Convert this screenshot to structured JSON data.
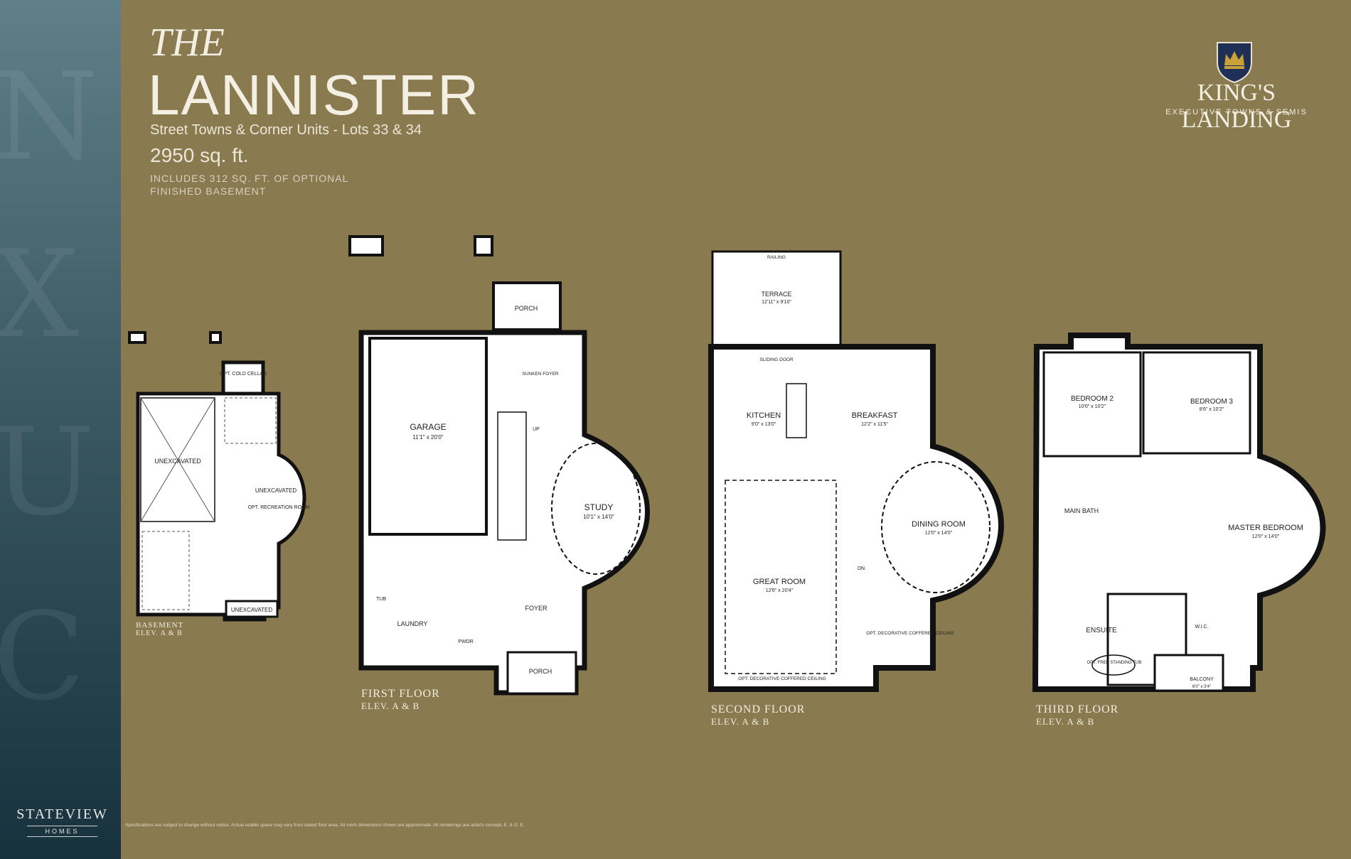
{
  "header": {
    "the": "THE",
    "name": "LANNISTER",
    "subtitle": "Street Towns & Corner Units - Lots 33 & 34",
    "sqft": "2950 sq. ft.",
    "note_line1": "INCLUDES 312 SQ. FT. OF OPTIONAL",
    "note_line2": "FINISHED BASEMENT"
  },
  "brand": {
    "name": "KING'S LANDING",
    "tagline": "EXECUTIVE TOWNS & SEMIS",
    "builder": "STATEVIEW",
    "builder_sub": "HOMES"
  },
  "colors": {
    "background": "#8a7a4f",
    "sidebar": "#3c5a63",
    "plan_paper": "#ffffff",
    "wall": "#111111",
    "crest": "#1f2f55",
    "crown": "#c9a13a"
  },
  "floors": {
    "basement": {
      "name": "BASEMENT",
      "elev": "ELEV. A & B"
    },
    "first": {
      "name": "FIRST FLOOR",
      "elev": "ELEV. A & B"
    },
    "second": {
      "name": "SECOND FLOOR",
      "elev": "ELEV. A & B"
    },
    "third": {
      "name": "THIRD FLOOR",
      "elev": "ELEV. A & B"
    }
  },
  "rooms": {
    "cold_cellar": "OPT. COLD CELLAR",
    "unexcavated": "UNEXCAVATED",
    "unexcavated_rec": "UNEXCAVATED",
    "rec_room": "OPT. RECREATION ROOM",
    "unexcavated_small": "UNEXCAVATED",
    "garage": "GARAGE",
    "garage_dim": "11'1\" x 20'0\"",
    "porch_top": "PORCH",
    "porch_bottom": "PORCH",
    "sunken_foyer": "SUNKEN FOYER",
    "study": "STUDY",
    "study_dim": "10'1\" x 14'0\"",
    "foyer": "FOYER",
    "laundry": "LAUNDRY",
    "pwdr": "PWDR",
    "tub": "TUB",
    "terrace": "TERRACE",
    "terrace_dim": "12'11\" x 9'10\"",
    "railing": "RAILING",
    "sliding_door": "SLIDING DOOR",
    "kitchen": "KITCHEN",
    "kitchen_dim": "9'0\" x 13'0\"",
    "breakfast": "BREAKFAST",
    "breakfast_dim": "12'2\" x 11'5\"",
    "great_room": "GREAT ROOM",
    "great_room_dim": "12'6\" x 20'4\"",
    "dining_room": "DINING ROOM",
    "dining_room_dim": "12'0\" x 14'0\"",
    "coffered": "OPT. DECORATIVE COFFERED CEILING",
    "bedroom2": "BEDROOM 2",
    "bedroom2_dim": "10'0\" x 10'2\"",
    "bedroom3": "BEDROOM 3",
    "bedroom3_dim": "8'6\" x 10'2\"",
    "master": "MASTER BEDROOM",
    "master_dim": "12'0\" x 14'0\"",
    "main_bath": "MAIN BATH",
    "ensuite": "ENSUITE",
    "wic": "W.I.C.",
    "balcony": "BALCONY",
    "balcony_dim": "6'0\" x 3'4\"",
    "free_tub": "OPT. FREE STANDING TUB",
    "up": "UP",
    "dn": "DN."
  },
  "disclaimer": "Specifications are subject to change without notice. Actual usable space may vary from stated floor area. All room dimensions shown are approximate. All renderings are artist's concept. E. & O. E."
}
